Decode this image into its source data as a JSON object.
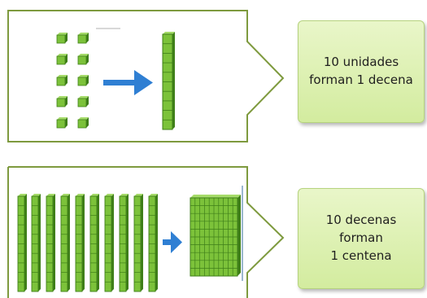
{
  "panels": [
    {
      "id": "units-to-ten",
      "inputs": {
        "kind": "unit-cube",
        "count": 10,
        "arrangement": "2 columns x 5 rows"
      },
      "output": {
        "kind": "ten-rod",
        "count": 1
      },
      "label_lines": [
        "10 unidades",
        "forman 1 decena"
      ]
    },
    {
      "id": "tens-to-hundred",
      "inputs": {
        "kind": "ten-rod",
        "count": 10,
        "arrangement": "1 row"
      },
      "output": {
        "kind": "hundred-flat",
        "count": 1
      },
      "label_lines": [
        "10 decenas forman",
        "1 centena"
      ]
    }
  ],
  "colors": {
    "cube_green": "#7cc23a",
    "cube_dark": "#3f7f19",
    "panel_border": "#7e9a3e",
    "arrow_blue": "#2f7fd3",
    "label_fill": "#dcefb1"
  }
}
